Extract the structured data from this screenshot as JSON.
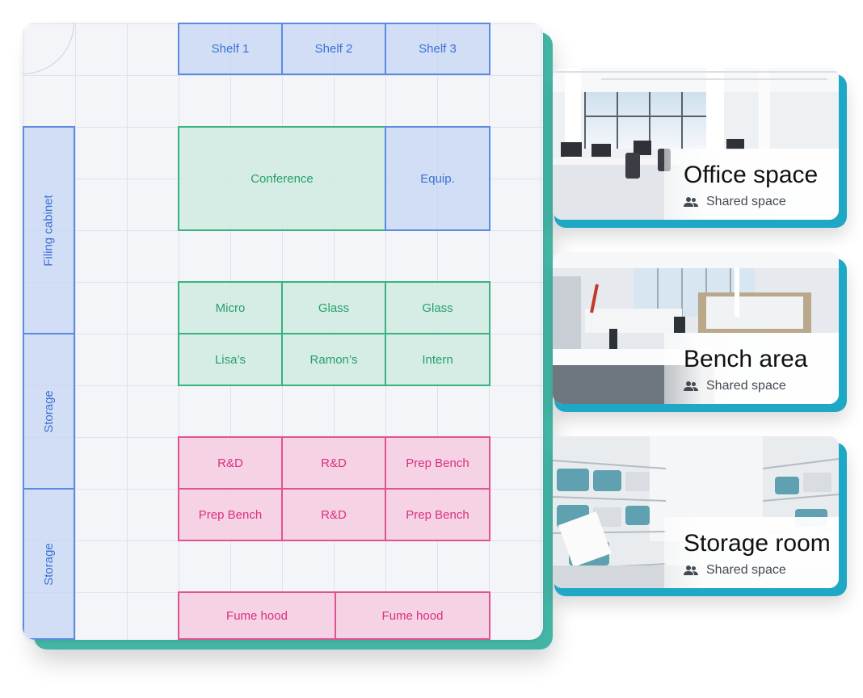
{
  "floor_plan": {
    "shelves": [
      "Shelf 1",
      "Shelf 2",
      "Shelf 3"
    ],
    "side_units": [
      "Filing cabinet",
      "Storage",
      "Storage"
    ],
    "rooms": {
      "conference": "Conference",
      "equipment": "Equip."
    },
    "benches": [
      "Micro",
      "Glass",
      "Glass",
      "Lisa’s",
      "Ramon’s",
      "Intern"
    ],
    "work_areas": [
      "R&D",
      "R&D",
      "Prep Bench",
      "Prep Bench",
      "R&D",
      "Prep Bench"
    ],
    "fume_hoods": [
      "Fume hood",
      "Fume hood"
    ]
  },
  "spaces": [
    {
      "title": "Office space",
      "subtitle": "Shared space",
      "icon": "people-icon"
    },
    {
      "title": "Bench area",
      "subtitle": "Shared space",
      "icon": "people-icon"
    },
    {
      "title": "Storage room",
      "subtitle": "Shared space",
      "icon": "people-icon"
    }
  ],
  "colors": {
    "board_accent": "#44b5a5",
    "card_accent": "#1fa8c6",
    "blue_zone": "#5b8be0",
    "green_zone": "#38b27f",
    "pink_zone": "#e05393"
  }
}
